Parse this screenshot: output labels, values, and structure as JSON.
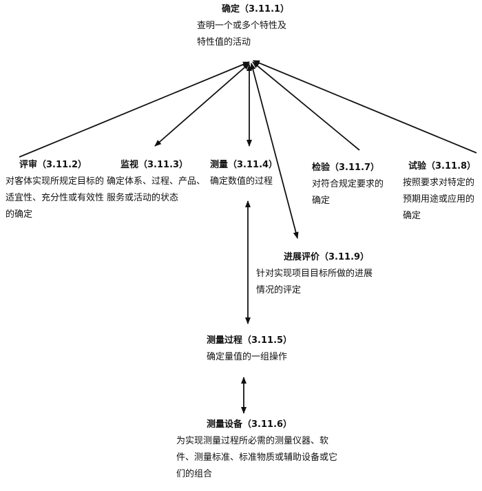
{
  "nodes": {
    "determination": {
      "title": "确定（3.11.1）",
      "desc": "查明一个或多个特性及特性值的活动"
    },
    "review": {
      "title": "评审（3.11.2）",
      "desc": "对客体实现所规定目标的适宜性、充分性或有效性的确定"
    },
    "monitoring": {
      "title": "监视（3.11.3）",
      "desc": "确定体系、过程、产品、服务或活动的状态"
    },
    "measurement": {
      "title": "测量（3.11.4）",
      "desc": "确定数值的过程"
    },
    "inspection": {
      "title": "检验（3.11.7）",
      "desc": "对符合规定要求的确定"
    },
    "test": {
      "title": "试验（3.11.8）",
      "desc": "按照要求对特定的预期用途或应用的确定"
    },
    "progress": {
      "title": "进展评价（3.11.9）",
      "desc": "针对实现项目目标所做的进展情况的评定"
    },
    "process": {
      "title": "测量过程（3.11.5）",
      "desc": "确定量值的一组操作"
    },
    "equipment": {
      "title": "测量设备（3.11.6）",
      "desc": "为实现测量过程所必需的测量仪器、软件、测量标准、标准物质或辅助设备或它们的组合"
    }
  }
}
